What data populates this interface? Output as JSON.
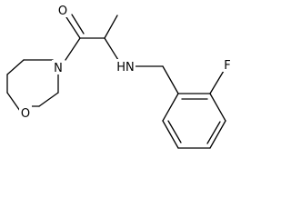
{
  "molecule": {
    "atoms": {
      "carbonyl_oxygen": "O",
      "morpholine_nitrogen": "N",
      "morpholine_oxygen": "O",
      "amine": "HN",
      "fluorine": "F"
    }
  }
}
